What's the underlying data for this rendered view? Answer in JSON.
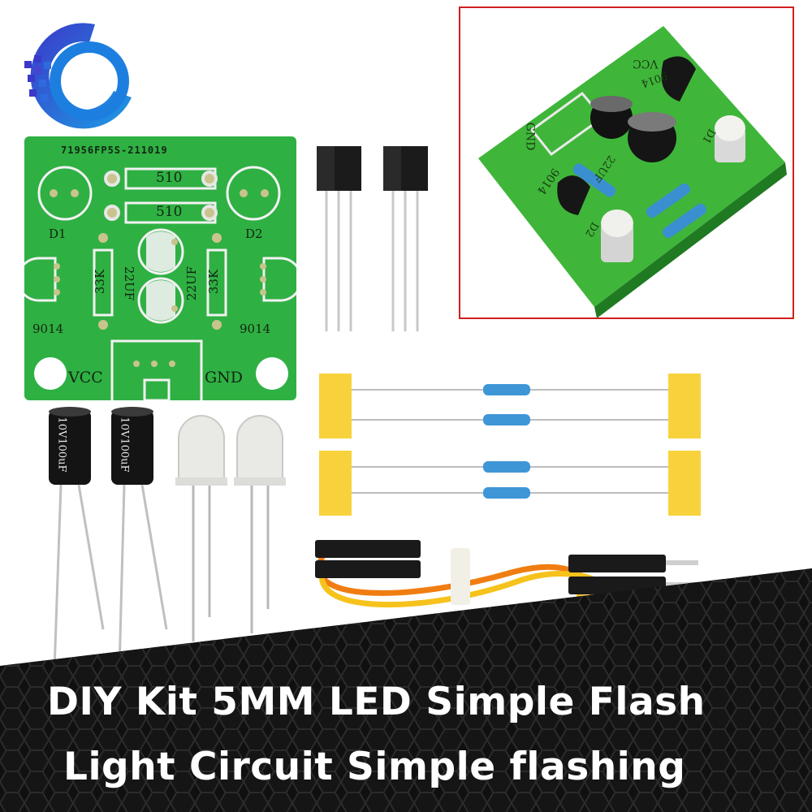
{
  "title": {
    "line1": "DIY Kit 5MM LED Simple Flash",
    "line2": "Light Circuit Simple flashing"
  },
  "pcb": {
    "code": "71956FP5S-211019",
    "r1": "510",
    "r2": "510",
    "d1": "D1",
    "d2": "D2",
    "r33k_left": "33K",
    "r33k_right": "33K",
    "cap_left": "22UF",
    "cap_right": "22UF",
    "t_left": "9014",
    "t_right": "9014",
    "vcc": "VCC",
    "gnd": "GND"
  },
  "capacitor": {
    "label": "10V100uF"
  },
  "photo": {
    "gnd": "GND",
    "vcc": "VCC",
    "t1": "9014",
    "t2": "9014",
    "cap": "22UF",
    "d1": "D1",
    "d2": "D2"
  },
  "colors": {
    "pcb_green": "#2fb043",
    "frame_red": "#d11f1f",
    "wire_orange": "#f07d12",
    "wire_yellow": "#f6c21b",
    "tape_yellow": "#f8d23c"
  }
}
